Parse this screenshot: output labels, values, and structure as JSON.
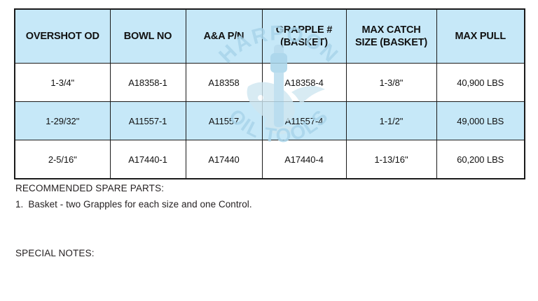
{
  "document": {
    "type": "specification-table-sheet"
  },
  "watermark": {
    "top_text": "HARPOON",
    "bottom_text": "OIL TOOLS",
    "color": "#a9d5ea",
    "icon": "harpoon-whale-logo"
  },
  "table": {
    "header_bg": "#c6e8f8",
    "alt_row_bg": "#c6e8f8",
    "border_color": "#1a1a1a",
    "columns": [
      {
        "lines": [
          "OVERSHOT OD"
        ]
      },
      {
        "lines": [
          "BOWL NO"
        ]
      },
      {
        "lines": [
          "A&A P/N"
        ]
      },
      {
        "lines": [
          "GRAPPLE #",
          "(BASKET)"
        ]
      },
      {
        "lines": [
          "MAX CATCH",
          "SIZE (BASKET)"
        ]
      },
      {
        "lines": [
          "MAX PULL"
        ]
      }
    ],
    "rows": [
      {
        "shaded": false,
        "cells": [
          "1-3/4\"",
          "A18358-1",
          "A18358",
          "A18358-4",
          "1-3/8\"",
          "40,900 LBS"
        ]
      },
      {
        "shaded": true,
        "cells": [
          "1-29/32\"",
          "A11557-1",
          "A11557",
          "A11557-4",
          "1-1/2\"",
          "49,000 LBS"
        ]
      },
      {
        "shaded": false,
        "cells": [
          "2-5/16\"",
          "A17440-1",
          "A17440",
          "A17440-4",
          "1-13/16\"",
          "60,200 LBS"
        ]
      }
    ]
  },
  "notes": {
    "spare_parts_heading": "RECOMMENDED SPARE PARTS:",
    "spare_parts_items": [
      {
        "number": "1.",
        "text": "Basket - two Grapples for each size and one Control."
      }
    ],
    "special_notes_heading": "SPECIAL NOTES:"
  }
}
